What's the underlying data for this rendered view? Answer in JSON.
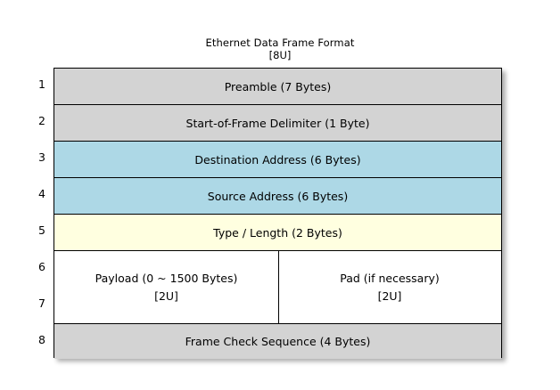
{
  "title": {
    "main": "Ethernet Data Frame Format",
    "sub": "[8U]"
  },
  "colors": {
    "gray_field": "#D3D3D3",
    "blue_address": "#ADD8E6",
    "yellow_type": "#FFFFE0",
    "white_payload": "#FFFFFF",
    "border": "#000000"
  },
  "row_indices": [
    "1",
    "2",
    "3",
    "4",
    "5",
    "6",
    "7",
    "8"
  ],
  "rows": [
    {
      "index": "1",
      "label": "Preamble (7 Bytes)",
      "fill": "#D3D3D3"
    },
    {
      "index": "2",
      "label": "Start-of-Frame Delimiter (1 Byte)",
      "fill": "#D3D3D3"
    },
    {
      "index": "3",
      "label": "Destination Address (6 Bytes)",
      "fill": "#ADD8E6"
    },
    {
      "index": "4",
      "label": "Source Address (6 Bytes)",
      "fill": "#ADD8E6"
    },
    {
      "index": "5",
      "label": "Type / Length (2 Bytes)",
      "fill": "#FFFFE0"
    },
    {
      "index": "6-7",
      "fill": "#FFFFFF",
      "split": true,
      "cells": [
        {
          "line1": "Payload (0 ~ 1500 Bytes)",
          "line2": "[2U]"
        },
        {
          "line1": "Pad (if necessary)",
          "line2": "[2U]"
        }
      ]
    },
    {
      "index": "8",
      "label": "Frame Check Sequence (4 Bytes)",
      "fill": "#D3D3D3"
    }
  ]
}
